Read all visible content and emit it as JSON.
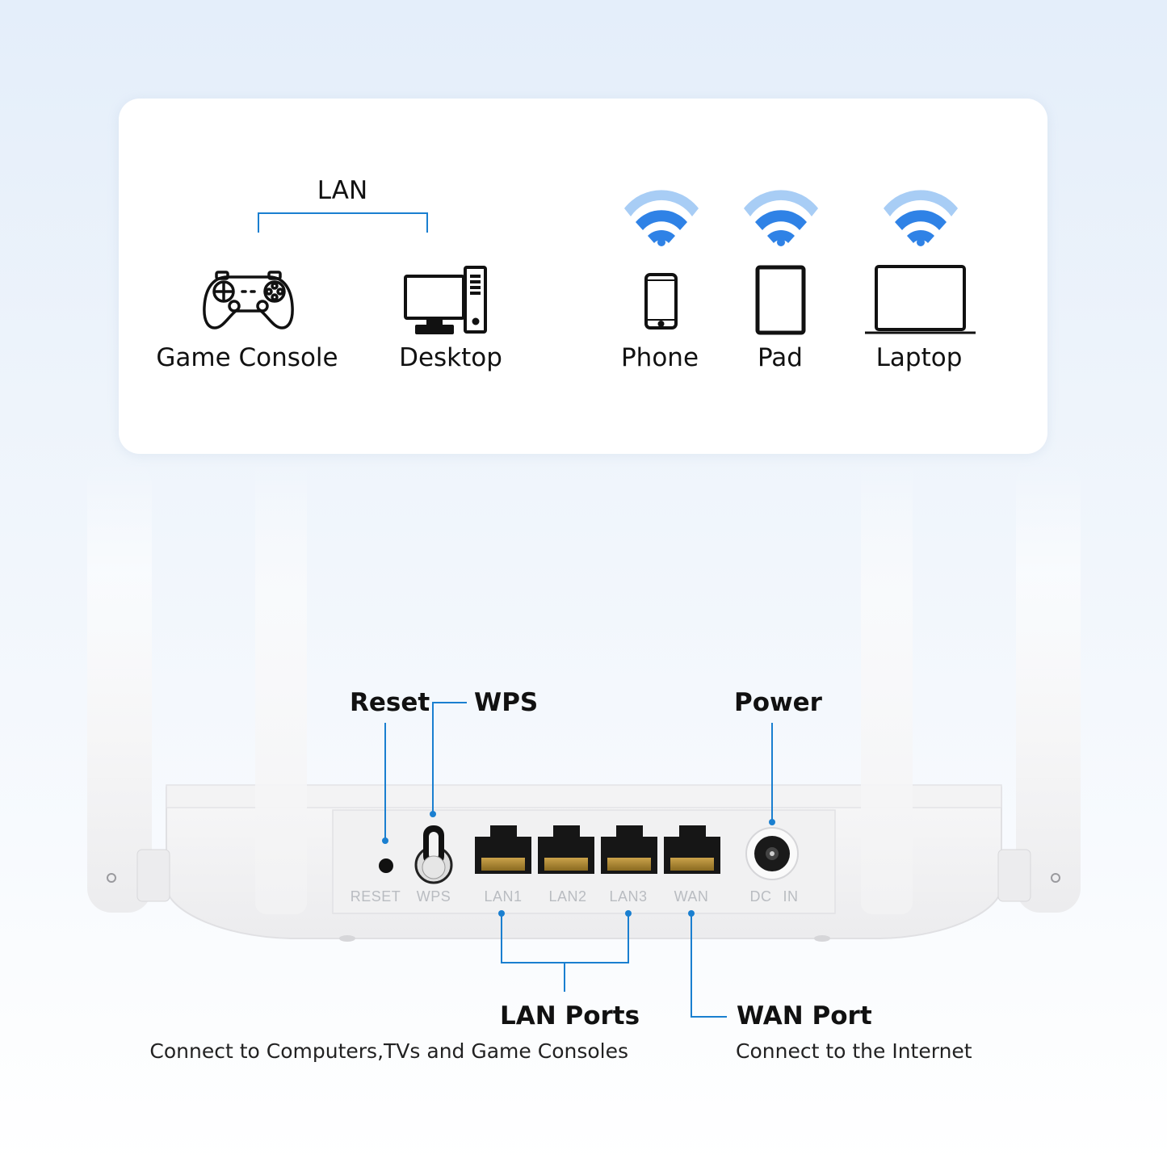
{
  "wired": {
    "group_label": "LAN",
    "devices": [
      {
        "name": "Game Console",
        "icon": "gamepad-icon"
      },
      {
        "name": "Desktop",
        "icon": "desktop-icon"
      }
    ]
  },
  "wireless": {
    "devices": [
      {
        "name": "Phone",
        "icon": "phone-icon"
      },
      {
        "name": "Pad",
        "icon": "tablet-icon"
      },
      {
        "name": "Laptop",
        "icon": "laptop-icon"
      }
    ]
  },
  "router": {
    "port_labels": [
      "RESET",
      "WPS",
      "LAN1",
      "LAN2",
      "LAN3",
      "WAN",
      "DC",
      "IN"
    ],
    "callouts": {
      "reset": "Reset",
      "wps": "WPS",
      "power": "Power",
      "lan_ports": "LAN Ports",
      "lan_ports_desc": "Connect to Computers,TVs and Game Consoles",
      "wan_port": "WAN Port",
      "wan_port_desc": "Connect to the Internet"
    }
  },
  "colors": {
    "accent_line": "#1a7fd0",
    "wifi_dark": "#2f82e6",
    "wifi_light": "#a8cdf5",
    "icon_stroke": "#111111"
  }
}
